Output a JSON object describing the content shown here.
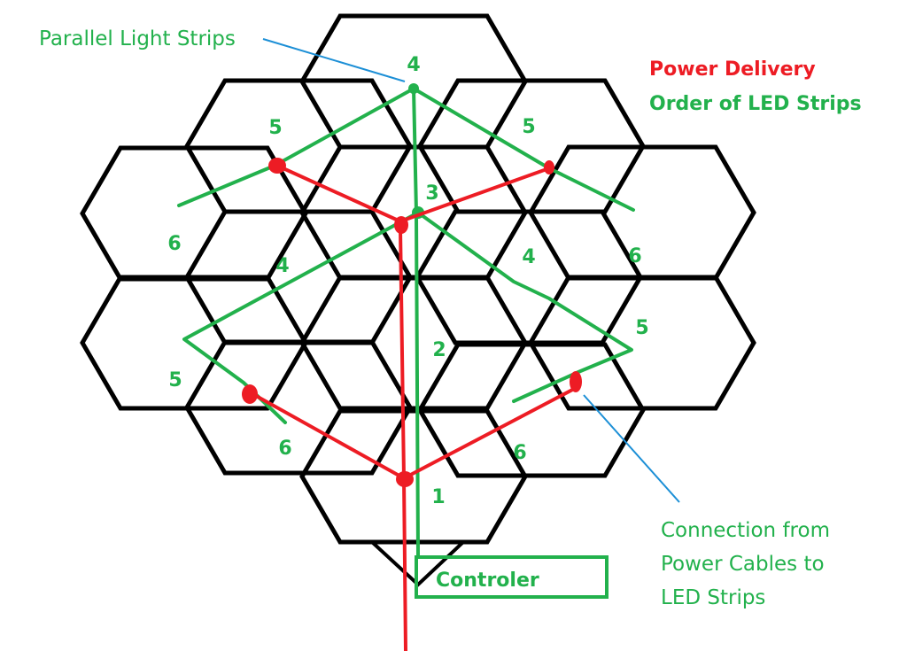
{
  "colors": {
    "power": "#ed1c24",
    "strip": "#22b14c",
    "leader": "#1c8fd6",
    "panel_outline": "#000000",
    "background": "#ffffff"
  },
  "legend": {
    "power_delivery": "Power Delivery",
    "order_of_strips": "Order of LED Strips"
  },
  "annotations": {
    "parallel_strips": "Parallel Light Strips",
    "connection_line1": "Connection from",
    "connection_line2": "Power Cables to",
    "connection_line3": "LED Strips"
  },
  "controller": {
    "label": "Controler"
  },
  "panels": [
    {
      "id": "top",
      "order": "4"
    },
    {
      "id": "upper-left",
      "order": "5"
    },
    {
      "id": "upper-right",
      "order": "5"
    },
    {
      "id": "left-top",
      "order": "6"
    },
    {
      "id": "center-top",
      "order": "3"
    },
    {
      "id": "right-top",
      "order": "6"
    },
    {
      "id": "mid-left",
      "order": "4"
    },
    {
      "id": "mid-right",
      "order": "4"
    },
    {
      "id": "left-bottom",
      "order": "5"
    },
    {
      "id": "center",
      "order": "2"
    },
    {
      "id": "right-bottom",
      "order": "5"
    },
    {
      "id": "lower-left",
      "order": "6"
    },
    {
      "id": "lower-right",
      "order": "6"
    },
    {
      "id": "bottom",
      "order": "1"
    }
  ]
}
